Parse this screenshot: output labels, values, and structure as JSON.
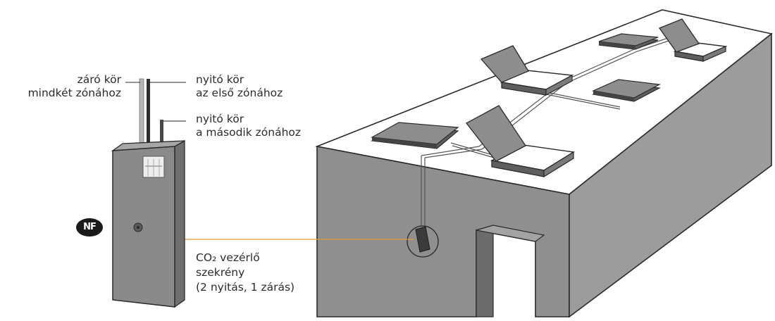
{
  "labels": {
    "closing_circuit": {
      "line1": "záró kör",
      "line2": "mindkét zónához"
    },
    "opening_circuit_1": {
      "line1": "nyitó kör",
      "line2": "az első zónához"
    },
    "opening_circuit_2": {
      "line1": "nyitó kör",
      "line2": "a második zónához"
    },
    "control_cabinet": {
      "line1": "CO₂ vezérlő",
      "line2": "szekrény",
      "line3": "(2 nyitás, 1 zárás)"
    }
  },
  "badge": {
    "text": "NF"
  },
  "colors": {
    "leader_line": "#E39A3B",
    "cabinet": "#8a8a8a",
    "building_wall": "#8f8f8f",
    "roof": "#ffffff",
    "outline": "#2a2a2a"
  }
}
